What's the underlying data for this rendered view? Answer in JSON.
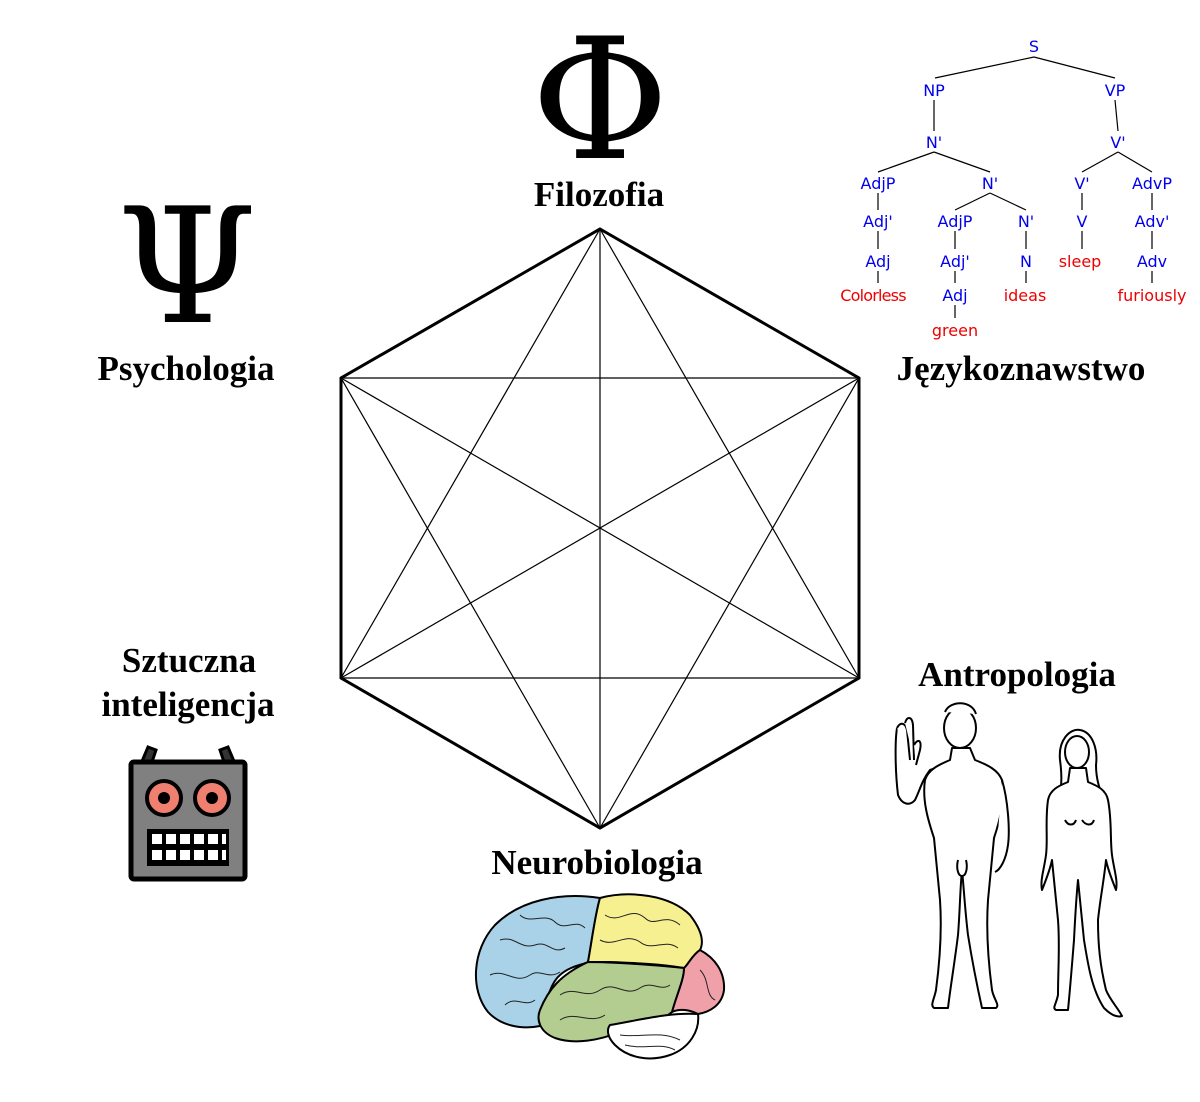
{
  "disciplines": {
    "philosophy": {
      "label": "Filozofia",
      "symbol": "Φ"
    },
    "psychology": {
      "label": "Psychologia",
      "symbol": "Ψ"
    },
    "linguistics": {
      "label": "Językoznawstwo"
    },
    "ai": {
      "label_line1": "Sztuczna",
      "label_line2": "inteligencja"
    },
    "neuroscience": {
      "label": "Neurobiologia"
    },
    "anthropology": {
      "label": "Antropologia"
    }
  },
  "syntax_tree": {
    "node_color": "#0000ee",
    "word_color": "#ee0000",
    "nodes": {
      "s": "S",
      "np": "NP",
      "vp": "VP",
      "n1": "N'",
      "v1": "V'",
      "adjp1": "AdjP",
      "n2": "N'",
      "v2": "V'",
      "advp": "AdvP",
      "adj1b": "Adj'",
      "adjp2": "AdjP",
      "n3": "N'",
      "v": "V",
      "adv1b": "Adv'",
      "adj1": "Adj",
      "adj2b": "Adj'",
      "n": "N",
      "adv": "Adv",
      "adj2": "Adj"
    },
    "words": {
      "colorless": "Colorless",
      "green": "green",
      "ideas": "ideas",
      "sleep": "sleep",
      "furiously": "furiously"
    }
  },
  "colors": {
    "lines": "#000000",
    "robot_body": "#808080",
    "robot_eyes": "#ef8070",
    "brain_frontal": "#a9d2e8",
    "brain_parietal": "#f6f090",
    "brain_temporal": "#b3cc90",
    "brain_occipital": "#f0a0a8"
  },
  "icons": {
    "robot": "robot-icon",
    "brain": "brain-icon",
    "humans": "human-figures-icon"
  }
}
